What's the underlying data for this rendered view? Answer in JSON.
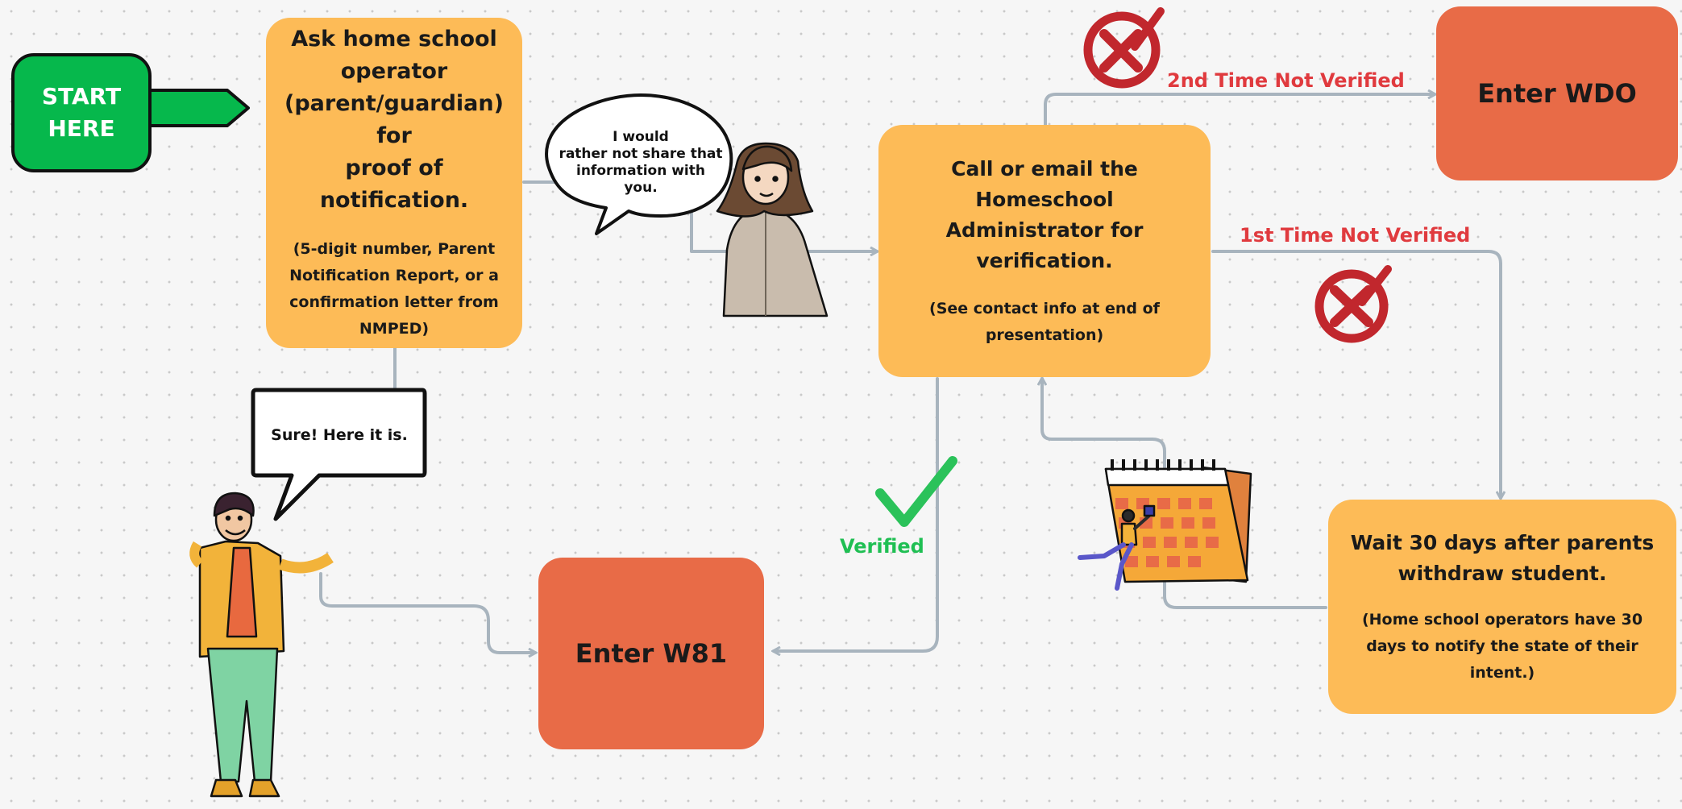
{
  "start": {
    "label_line1": "START",
    "label_line2": "HERE"
  },
  "ask_box": {
    "title_lines": [
      "Ask home school",
      "operator",
      "(parent/guardian) for",
      "proof of notification."
    ],
    "detail_lines": [
      "(5-digit number, Parent",
      "Notification Report, or a",
      "confirmation letter from",
      "NMPED)"
    ]
  },
  "call_box": {
    "title_lines": [
      "Call or email the Homeschool",
      "Administrator for verification."
    ],
    "detail_lines": [
      "(See contact info at end of",
      "presentation)"
    ]
  },
  "wdo_box": {
    "label": "Enter WDO"
  },
  "w81_box": {
    "label": "Enter W81"
  },
  "wait_box": {
    "title_lines": [
      "Wait 30 days after parents",
      "withdraw student."
    ],
    "detail_lines": [
      "(Home school operators have 30",
      "days to notify the state of their",
      "intent.)"
    ]
  },
  "labels": {
    "second_not_verified": "2nd Time Not Verified",
    "first_not_verified": "1st Time Not Verified",
    "verified": "Verified"
  },
  "speech": {
    "refusal_lines": [
      "I would",
      "rather not share that",
      "information with",
      "you."
    ],
    "agree": "Sure! Here it is."
  },
  "colors": {
    "start_green": "#06b84c",
    "box_yellow": "#fdbb57",
    "box_orange": "#e86b47",
    "connector_gray": "#a8b4be",
    "not_verified_red": "#e03a3e",
    "verified_green": "#1fbf53"
  },
  "icons": [
    "x-mark-icon",
    "x-mark-icon",
    "check-mark-icon",
    "calendar-icon",
    "woman-avatar",
    "man-avatar"
  ]
}
